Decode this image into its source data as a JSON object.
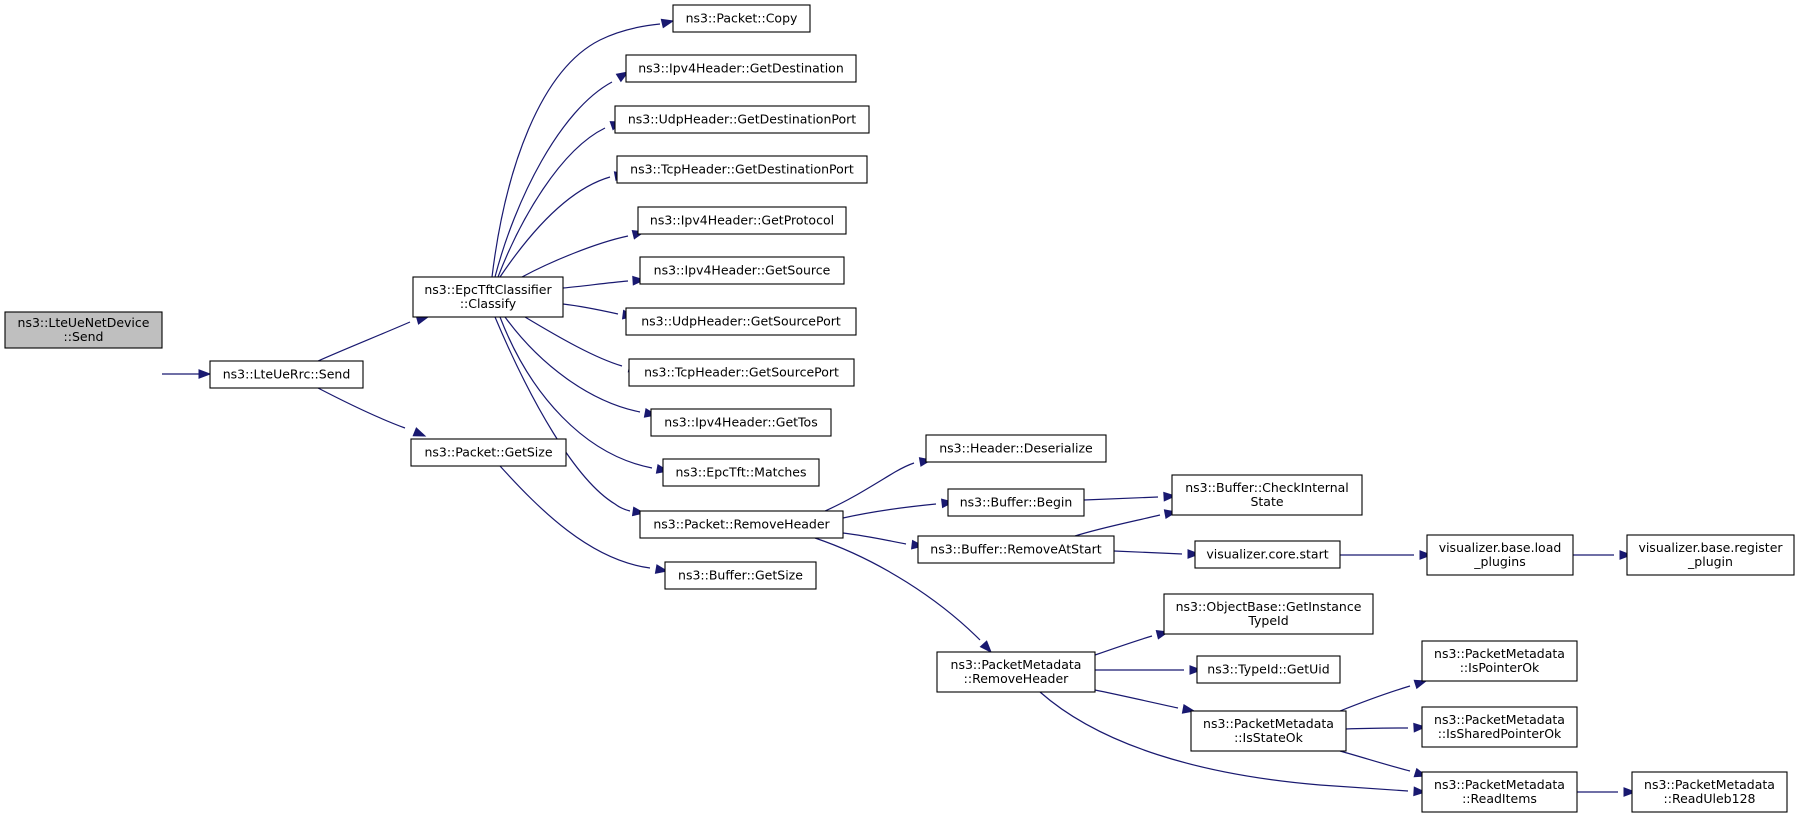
{
  "graph": {
    "style": {
      "edge_color": "#191970",
      "root_fill": "#bfbfbf",
      "node_fill": "#ffffff",
      "border_color": "#000000"
    },
    "nodes": [
      {
        "id": "lteuenetdevice-send",
        "lines": [
          "ns3::LteUeNetDevice",
          "::Send"
        ],
        "root": true
      },
      {
        "id": "lteuerrc-send",
        "lines": [
          "ns3::LteUeRrc::Send"
        ]
      },
      {
        "id": "epctftclassifier-classify",
        "lines": [
          "ns3::EpcTftClassifier",
          "::Classify"
        ]
      },
      {
        "id": "packet-getsize",
        "lines": [
          "ns3::Packet::GetSize"
        ]
      },
      {
        "id": "packet-copy",
        "lines": [
          "ns3::Packet::Copy"
        ]
      },
      {
        "id": "ipv4header-getdestination",
        "lines": [
          "ns3::Ipv4Header::GetDestination"
        ]
      },
      {
        "id": "udpheader-getdestinationport",
        "lines": [
          "ns3::UdpHeader::GetDestinationPort"
        ]
      },
      {
        "id": "tcpheader-getdestinationport",
        "lines": [
          "ns3::TcpHeader::GetDestinationPort"
        ]
      },
      {
        "id": "ipv4header-getprotocol",
        "lines": [
          "ns3::Ipv4Header::GetProtocol"
        ]
      },
      {
        "id": "ipv4header-getsource",
        "lines": [
          "ns3::Ipv4Header::GetSource"
        ]
      },
      {
        "id": "udpheader-getsourceport",
        "lines": [
          "ns3::UdpHeader::GetSourcePort"
        ]
      },
      {
        "id": "tcpheader-getsourceport",
        "lines": [
          "ns3::TcpHeader::GetSourcePort"
        ]
      },
      {
        "id": "ipv4header-gettos",
        "lines": [
          "ns3::Ipv4Header::GetTos"
        ]
      },
      {
        "id": "epctft-matches",
        "lines": [
          "ns3::EpcTft::Matches"
        ]
      },
      {
        "id": "packet-removeheader",
        "lines": [
          "ns3::Packet::RemoveHeader"
        ]
      },
      {
        "id": "buffer-getsize",
        "lines": [
          "ns3::Buffer::GetSize"
        ]
      },
      {
        "id": "header-deserialize",
        "lines": [
          "ns3::Header::Deserialize"
        ]
      },
      {
        "id": "buffer-begin",
        "lines": [
          "ns3::Buffer::Begin"
        ]
      },
      {
        "id": "buffer-removeatstart",
        "lines": [
          "ns3::Buffer::RemoveAtStart"
        ]
      },
      {
        "id": "packetmetadata-removeheader",
        "lines": [
          "ns3::PacketMetadata",
          "::RemoveHeader"
        ]
      },
      {
        "id": "buffer-checkinternalstate",
        "lines": [
          "ns3::Buffer::CheckInternal",
          "State"
        ]
      },
      {
        "id": "visualizer-core-start",
        "lines": [
          "visualizer.core.start"
        ]
      },
      {
        "id": "visualizer-base-load-plugins",
        "lines": [
          "visualizer.base.load",
          "_plugins"
        ]
      },
      {
        "id": "visualizer-base-register-plugin",
        "lines": [
          "visualizer.base.register",
          "_plugin"
        ]
      },
      {
        "id": "objectbase-getinstancetypeid",
        "lines": [
          "ns3::ObjectBase::GetInstance",
          "TypeId"
        ]
      },
      {
        "id": "typeid-getuid",
        "lines": [
          "ns3::TypeId::GetUid"
        ]
      },
      {
        "id": "packetmetadata-isstateok",
        "lines": [
          "ns3::PacketMetadata",
          "::IsStateOk"
        ]
      },
      {
        "id": "packetmetadata-ispointerok",
        "lines": [
          "ns3::PacketMetadata",
          "::IsPointerOk"
        ]
      },
      {
        "id": "packetmetadata-issharedpointerok",
        "lines": [
          "ns3::PacketMetadata",
          "::IsSharedPointerOk"
        ]
      },
      {
        "id": "packetmetadata-readitems",
        "lines": [
          "ns3::PacketMetadata",
          "::ReadItems"
        ]
      },
      {
        "id": "packetmetadata-readuleb128",
        "lines": [
          "ns3::PacketMetadata",
          "::ReadUleb128"
        ]
      }
    ],
    "edges": [
      {
        "from": "lteuenetdevice-send",
        "to": "lteuerrc-send"
      },
      {
        "from": "lteuerrc-send",
        "to": "epctftclassifier-classify"
      },
      {
        "from": "lteuerrc-send",
        "to": "packet-getsize"
      },
      {
        "from": "epctftclassifier-classify",
        "to": "packet-copy"
      },
      {
        "from": "epctftclassifier-classify",
        "to": "ipv4header-getdestination"
      },
      {
        "from": "epctftclassifier-classify",
        "to": "udpheader-getdestinationport"
      },
      {
        "from": "epctftclassifier-classify",
        "to": "tcpheader-getdestinationport"
      },
      {
        "from": "epctftclassifier-classify",
        "to": "ipv4header-getprotocol"
      },
      {
        "from": "epctftclassifier-classify",
        "to": "ipv4header-getsource"
      },
      {
        "from": "epctftclassifier-classify",
        "to": "udpheader-getsourceport"
      },
      {
        "from": "epctftclassifier-classify",
        "to": "tcpheader-getsourceport"
      },
      {
        "from": "epctftclassifier-classify",
        "to": "ipv4header-gettos"
      },
      {
        "from": "epctftclassifier-classify",
        "to": "epctft-matches"
      },
      {
        "from": "epctftclassifier-classify",
        "to": "packet-removeheader"
      },
      {
        "from": "packet-getsize",
        "to": "buffer-getsize"
      },
      {
        "from": "packet-removeheader",
        "to": "header-deserialize"
      },
      {
        "from": "packet-removeheader",
        "to": "buffer-begin"
      },
      {
        "from": "packet-removeheader",
        "to": "buffer-removeatstart"
      },
      {
        "from": "packet-removeheader",
        "to": "packetmetadata-removeheader"
      },
      {
        "from": "buffer-begin",
        "to": "buffer-checkinternalstate"
      },
      {
        "from": "buffer-removeatstart",
        "to": "buffer-checkinternalstate"
      },
      {
        "from": "buffer-removeatstart",
        "to": "visualizer-core-start"
      },
      {
        "from": "visualizer-core-start",
        "to": "visualizer-base-load-plugins"
      },
      {
        "from": "visualizer-base-load-plugins",
        "to": "visualizer-base-register-plugin"
      },
      {
        "from": "packetmetadata-removeheader",
        "to": "objectbase-getinstancetypeid"
      },
      {
        "from": "packetmetadata-removeheader",
        "to": "typeid-getuid"
      },
      {
        "from": "packetmetadata-removeheader",
        "to": "packetmetadata-isstateok"
      },
      {
        "from": "packetmetadata-removeheader",
        "to": "packetmetadata-readitems"
      },
      {
        "from": "packetmetadata-isstateok",
        "to": "packetmetadata-ispointerok"
      },
      {
        "from": "packetmetadata-isstateok",
        "to": "packetmetadata-issharedpointerok"
      },
      {
        "from": "packetmetadata-isstateok",
        "to": "packetmetadata-readitems"
      },
      {
        "from": "packetmetadata-readitems",
        "to": "packetmetadata-readuleb128"
      }
    ]
  }
}
